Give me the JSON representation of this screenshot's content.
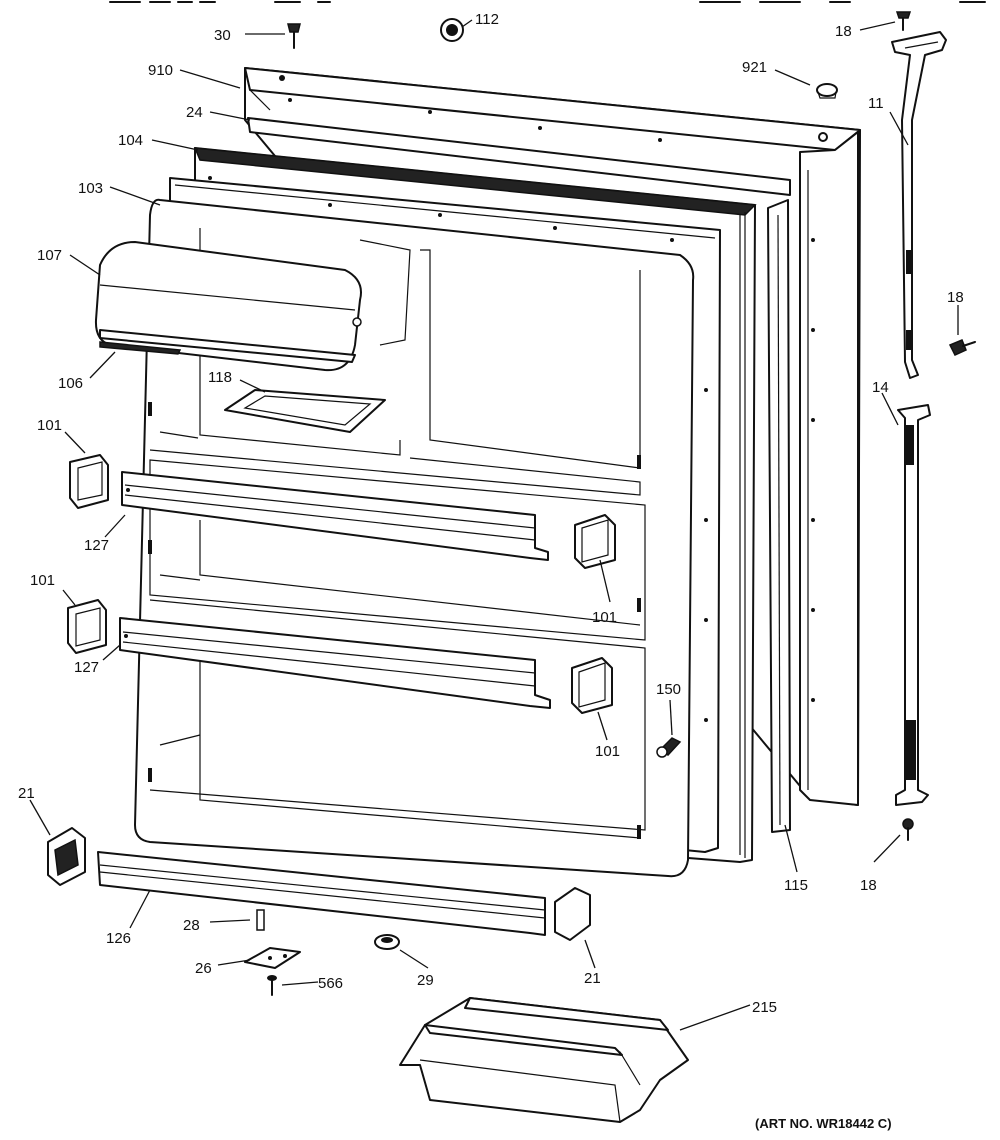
{
  "diagram": {
    "art_number": "(ART NO. WR18442 C)",
    "callouts": [
      {
        "id": "c30",
        "text": "30"
      },
      {
        "id": "c112",
        "text": "112"
      },
      {
        "id": "c18a",
        "text": "18"
      },
      {
        "id": "c910",
        "text": "910"
      },
      {
        "id": "c921",
        "text": "921"
      },
      {
        "id": "c24",
        "text": "24"
      },
      {
        "id": "c11",
        "text": "11"
      },
      {
        "id": "c104",
        "text": "104"
      },
      {
        "id": "c103",
        "text": "103"
      },
      {
        "id": "c107",
        "text": "107"
      },
      {
        "id": "c18b",
        "text": "18"
      },
      {
        "id": "c106",
        "text": "106"
      },
      {
        "id": "c118",
        "text": "118"
      },
      {
        "id": "c14",
        "text": "14"
      },
      {
        "id": "c101a",
        "text": "101"
      },
      {
        "id": "c127a",
        "text": "127"
      },
      {
        "id": "c101b",
        "text": "101"
      },
      {
        "id": "c101c",
        "text": "101"
      },
      {
        "id": "c127b",
        "text": "127"
      },
      {
        "id": "c150",
        "text": "150"
      },
      {
        "id": "c101d",
        "text": "101"
      },
      {
        "id": "c21a",
        "text": "21"
      },
      {
        "id": "c115",
        "text": "115"
      },
      {
        "id": "c18c",
        "text": "18"
      },
      {
        "id": "c28",
        "text": "28"
      },
      {
        "id": "c126",
        "text": "126"
      },
      {
        "id": "c26",
        "text": "26"
      },
      {
        "id": "c29",
        "text": "29"
      },
      {
        "id": "c21b",
        "text": "21"
      },
      {
        "id": "c566",
        "text": "566"
      },
      {
        "id": "c215",
        "text": "215"
      }
    ]
  }
}
